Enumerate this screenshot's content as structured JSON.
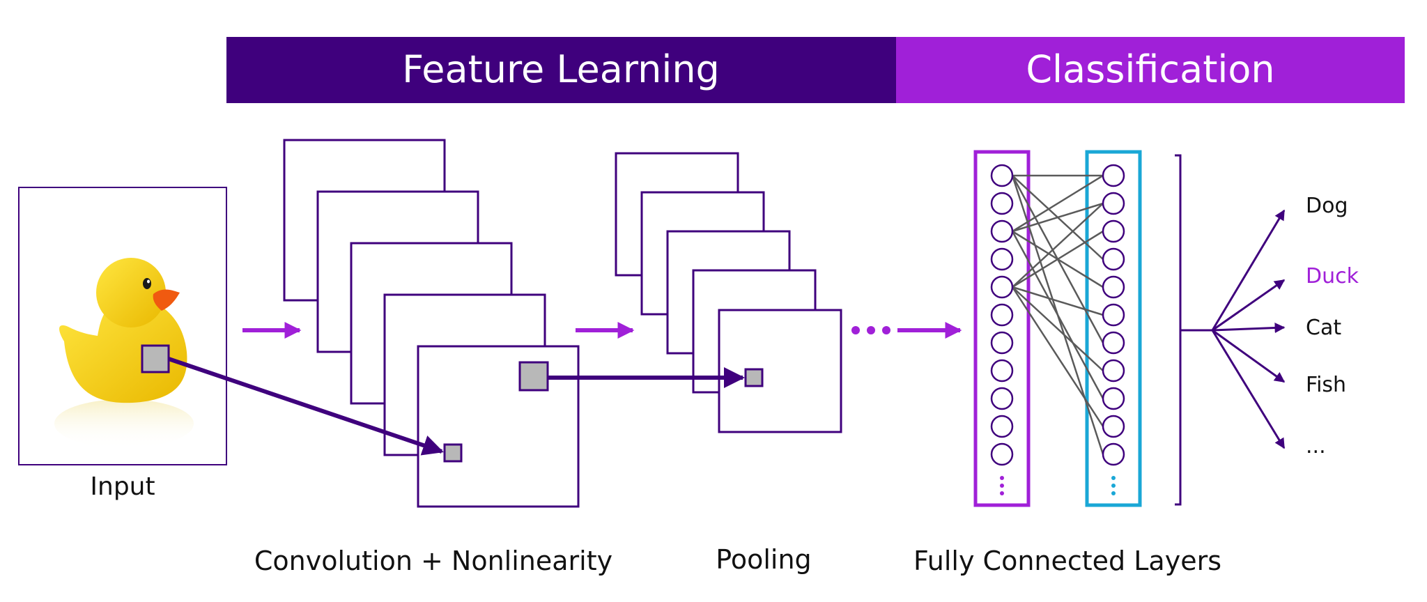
{
  "header": {
    "feature_learning": "Feature Learning",
    "classification": "Classification"
  },
  "labels": {
    "input": "Input",
    "convolution": "Convolution + Nonlinearity",
    "pooling": "Pooling",
    "fully_connected": "Fully Connected Layers"
  },
  "classes": [
    "Dog",
    "Duck",
    "Cat",
    "Fish",
    "..."
  ],
  "highlighted_class": "Duck",
  "colors": {
    "dark_purple": "#3f007d",
    "magenta": "#a020d8",
    "cyan": "#1aa7d6",
    "connection_gray": "#5a5a5a",
    "patch_gray": "#b8b8b8",
    "duck_yellow": "#f7d20f",
    "beak_orange": "#f05a10"
  },
  "icons": {
    "input_image": "rubber-duck-image"
  }
}
